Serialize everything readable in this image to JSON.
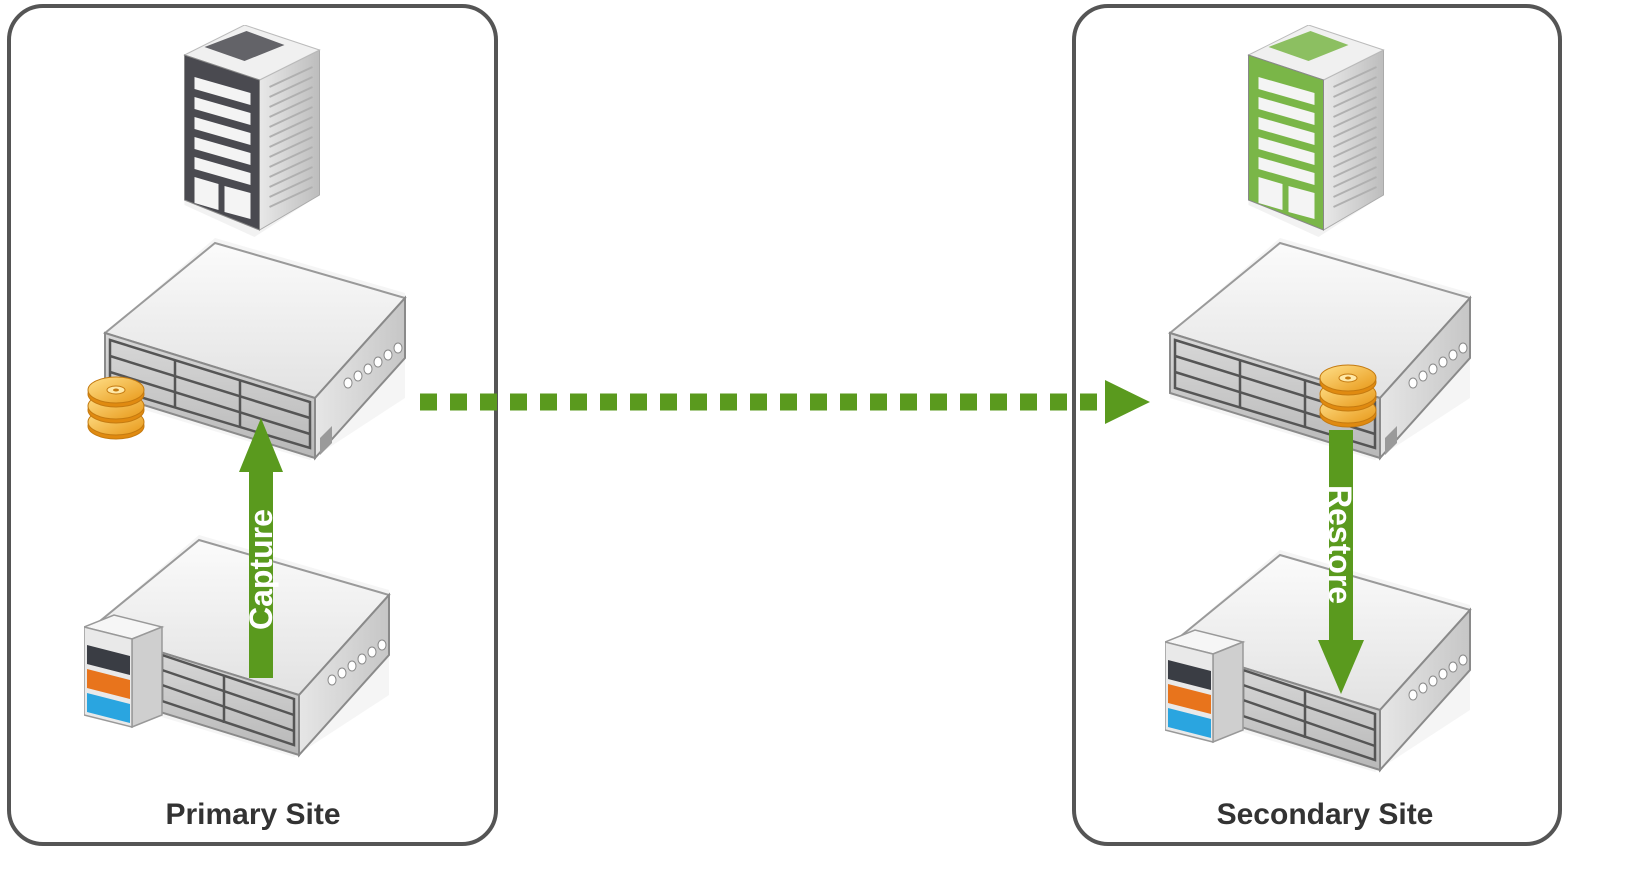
{
  "sites": {
    "primary": {
      "label": "Primary Site",
      "building_color": "#4a4a50"
    },
    "secondary": {
      "label": "Secondary Site",
      "building_color": "#7ab648"
    }
  },
  "arrows": {
    "capture_label": "Capture",
    "restore_label": "Restore",
    "replication_style": "dashed",
    "color": "#5a9a1e"
  },
  "icons": {
    "building": "office-building-icon",
    "backup_appliance": "backup-appliance-icon",
    "server": "server-icon",
    "disk_stack": "disk-stack-icon"
  },
  "colors": {
    "frame_stroke": "#555555",
    "disk_orange": "#f0a020",
    "tray_dark": "#3a3d44",
    "tray_orange": "#e8741c",
    "tray_blue": "#2aa5e0"
  }
}
